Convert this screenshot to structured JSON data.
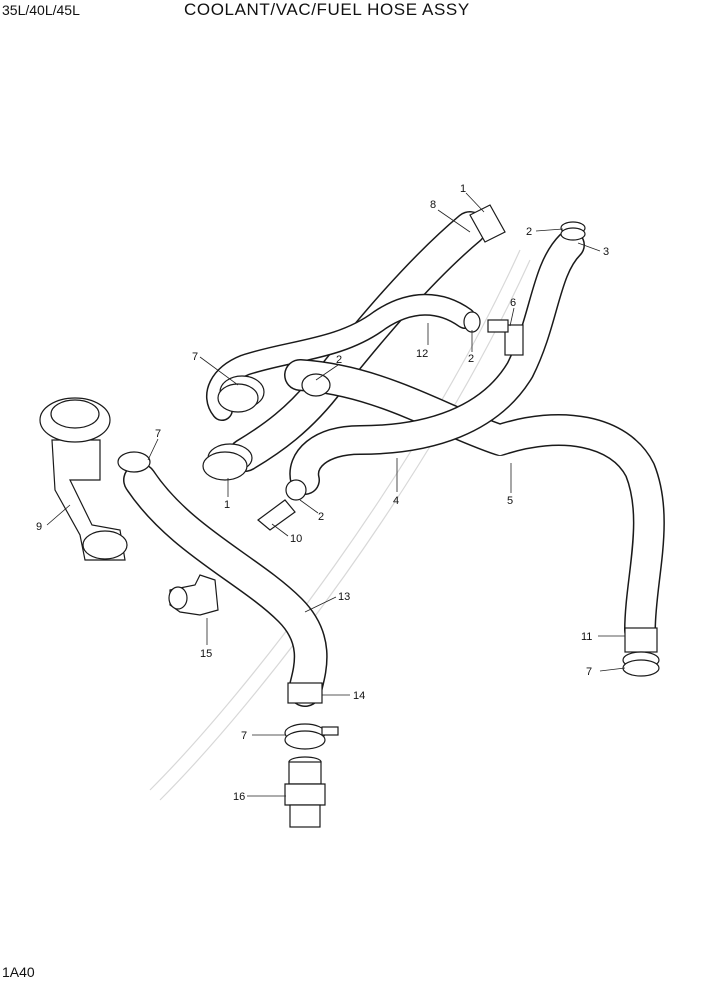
{
  "header": {
    "model": "35L/40L/45L",
    "title": "COOLANT/VAC/FUEL HOSE ASSY"
  },
  "footer": {
    "page_code": "1A40"
  },
  "callouts": [
    {
      "id": "c8",
      "label": "8"
    },
    {
      "id": "c1a",
      "label": "1"
    },
    {
      "id": "c2a",
      "label": "2"
    },
    {
      "id": "c3",
      "label": "3"
    },
    {
      "id": "c6",
      "label": "6"
    },
    {
      "id": "c7a",
      "label": "7"
    },
    {
      "id": "c2b",
      "label": "2"
    },
    {
      "id": "c12",
      "label": "12"
    },
    {
      "id": "c2c",
      "label": "2"
    },
    {
      "id": "c7b",
      "label": "7"
    },
    {
      "id": "c9",
      "label": "9"
    },
    {
      "id": "c1b",
      "label": "1"
    },
    {
      "id": "c2d",
      "label": "2"
    },
    {
      "id": "c4",
      "label": "4"
    },
    {
      "id": "c5",
      "label": "5"
    },
    {
      "id": "c10",
      "label": "10"
    },
    {
      "id": "c13",
      "label": "13"
    },
    {
      "id": "c15",
      "label": "15"
    },
    {
      "id": "c14",
      "label": "14"
    },
    {
      "id": "c11",
      "label": "11"
    },
    {
      "id": "c7c",
      "label": "7"
    },
    {
      "id": "c7d",
      "label": "7"
    },
    {
      "id": "c16",
      "label": "16"
    }
  ]
}
